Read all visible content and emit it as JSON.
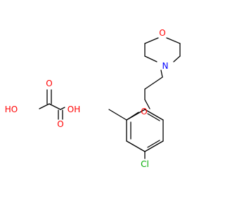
{
  "figure": "chemical structure",
  "colors": {
    "bond": "#000000",
    "oxygen": "#ff0000",
    "nitrogen": "#0000ff",
    "chlorine": "#00aa00"
  },
  "atom_labels": {
    "morpholine_o": "O",
    "morpholine_n": "N",
    "ether_o": "O",
    "chlorine": "Cl",
    "oxalic_oh_left": "HO",
    "oxalic_o_top": "O",
    "oxalic_oh_right": "OH",
    "oxalic_o_bottom": "O"
  }
}
